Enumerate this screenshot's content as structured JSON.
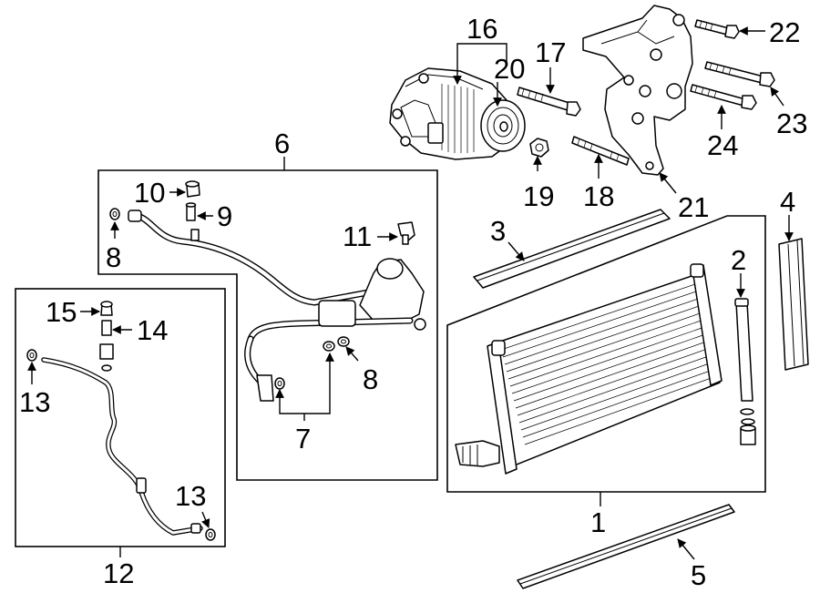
{
  "labels": {
    "l1": "1",
    "l2": "2",
    "l3": "3",
    "l4": "4",
    "l5": "5",
    "l6": "6",
    "l7": "7",
    "l8a": "8",
    "l8b": "8",
    "l9": "9",
    "l10": "10",
    "l11": "11",
    "l12": "12",
    "l13a": "13",
    "l13b": "13",
    "l14": "14",
    "l15": "15",
    "l16": "16",
    "l17": "17",
    "l18": "18",
    "l19": "19",
    "l20": "20",
    "l21": "21",
    "l22": "22",
    "l23": "23",
    "l24": "24"
  },
  "colors": {
    "line": "#000000",
    "background": "#ffffff"
  }
}
